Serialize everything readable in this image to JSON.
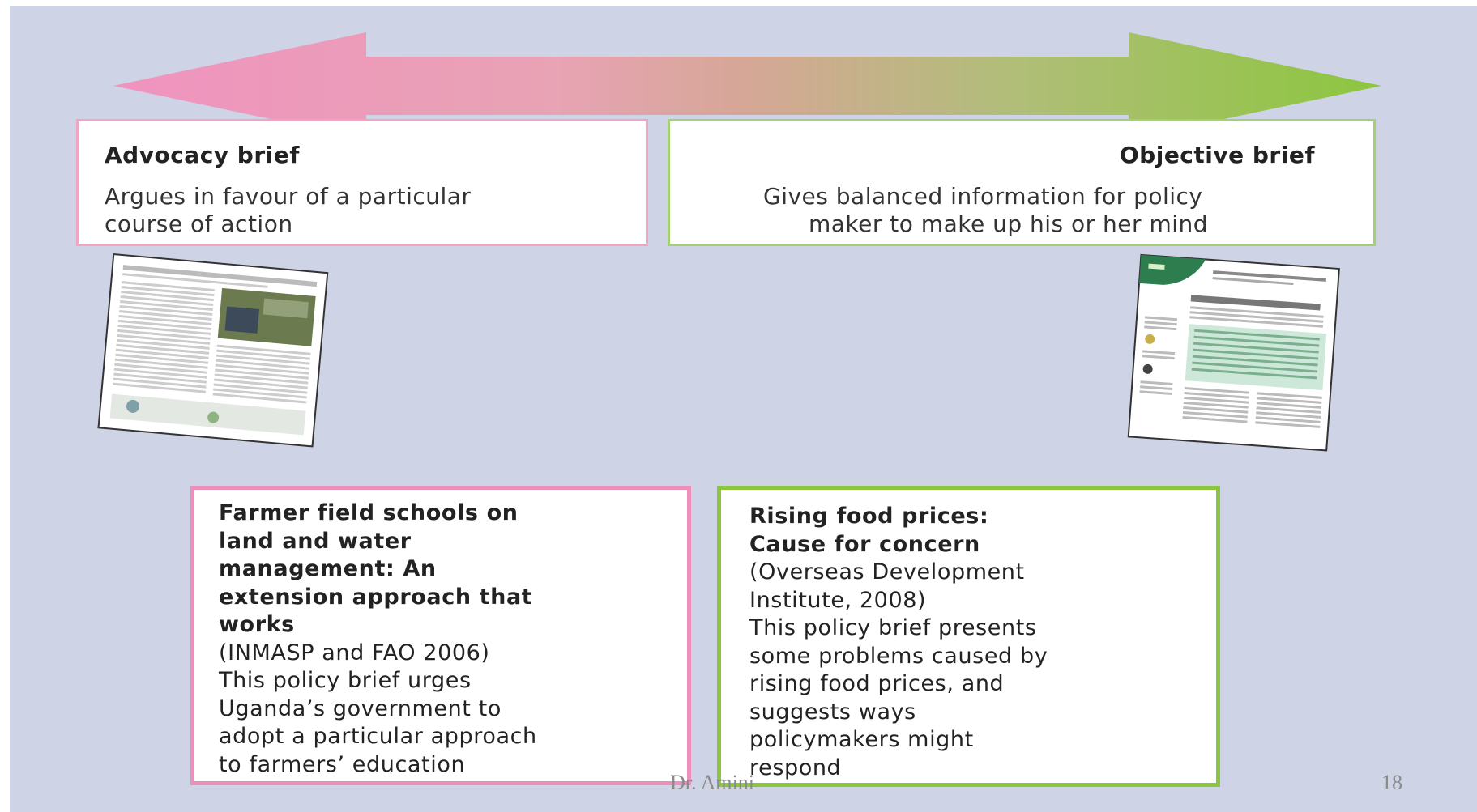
{
  "colors": {
    "background": "#cfd3e6",
    "advocacy_pink": "#f093bf",
    "objective_green": "#8cc63f"
  },
  "arrow": {
    "left_color": "#f093bf",
    "right_color": "#8cc63f"
  },
  "advocacy": {
    "title": "Advocacy brief",
    "desc_line1": "Argues in favour of a particular",
    "desc_line2": "course of action"
  },
  "objective": {
    "title": "Objective brief",
    "desc_line1": "Gives balanced information for policy",
    "desc_line2": "maker to make up his or her mind"
  },
  "example_advocacy": {
    "title_lines": [
      "Farmer field schools on",
      "land and water",
      "management: An",
      "extension approach that",
      "works"
    ],
    "body_lines": [
      "(INMASP and FAO 2006)",
      "This policy brief urges",
      "Uganda’s government to",
      "adopt a particular approach",
      "to farmers’ education"
    ]
  },
  "example_objective": {
    "title_lines": [
      "Rising food prices:",
      "Cause for concern"
    ],
    "body_lines": [
      "(Overseas Development",
      "Institute, 2008)",
      "This policy brief presents",
      "some problems caused by",
      "rising food prices, and",
      "suggests ways",
      "policymakers might",
      "respond"
    ]
  },
  "footer": {
    "author": "Dr. Amini",
    "page_number": "18"
  }
}
